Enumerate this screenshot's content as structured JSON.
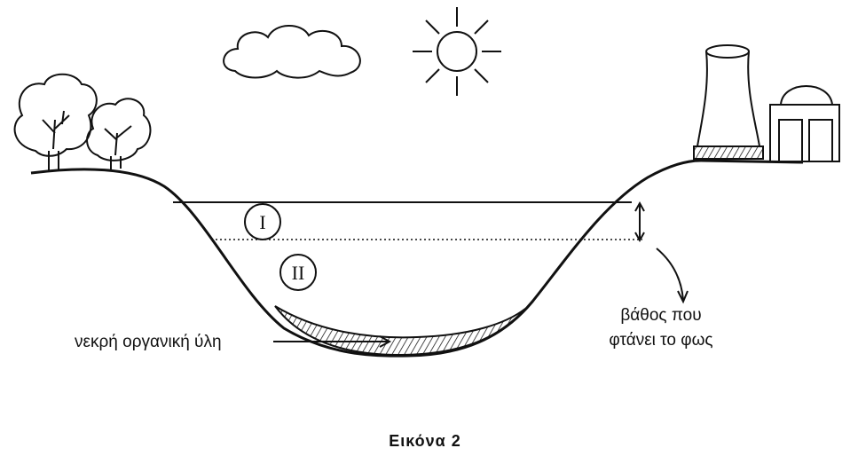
{
  "zones": {
    "zone1": "I",
    "zone2": "II"
  },
  "labels": {
    "dead_matter": "νεκρή οργανική ύλη",
    "light_depth_line1": "βάθος που",
    "light_depth_line2": "φτάνει το φως"
  },
  "caption": "Εικόνα 2",
  "icons": [
    "cloud-icon",
    "sun-icon",
    "tree-icon",
    "cooling-tower-icon",
    "factory-building-icon"
  ]
}
